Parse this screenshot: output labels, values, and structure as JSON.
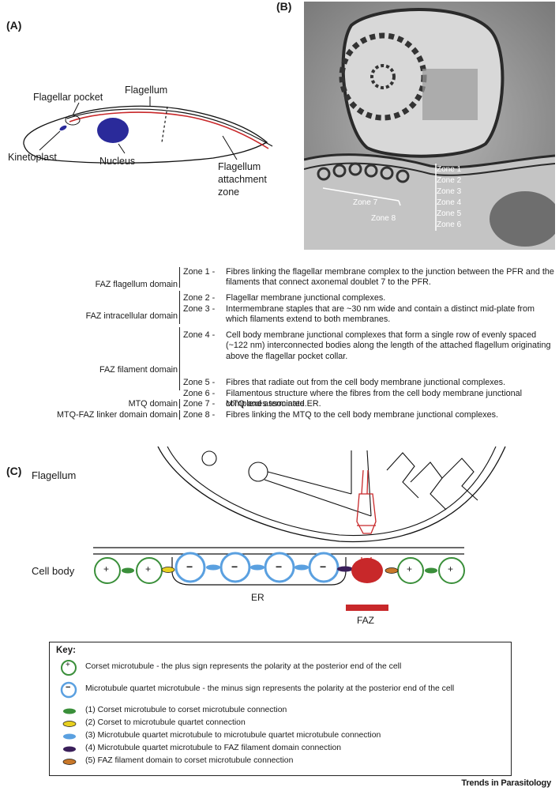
{
  "panels": {
    "a": "(A)",
    "b": "(B)",
    "c": "(C)"
  },
  "panel_a": {
    "flagellar_pocket": "Flagellar pocket",
    "flagellum": "Flagellum",
    "kinetoplast": "Kinetoplast",
    "nucleus": "Nucleus",
    "faz_line1": "Flagellum",
    "faz_line2": "attachment",
    "faz_line3": "zone",
    "colors": {
      "nucleus": "#2a2a9a",
      "faz": "#c8282a"
    }
  },
  "panel_b": {
    "zones": [
      "Zone 1",
      "Zone 2",
      "Zone 3",
      "Zone 4",
      "Zone 5",
      "Zone 6",
      "Zone 7",
      "Zone 8"
    ]
  },
  "table": [
    {
      "domain": "FAZ flagellum domain",
      "zone": "Zone 1 -",
      "desc": "Fibres linking the flagellar membrane complex to the junction between the PFR and the filaments that connect axonemal doublet 7 to the PFR."
    },
    {
      "domain": "",
      "zone": "Zone 2 -",
      "desc": "Flagellar membrane junctional complexes."
    },
    {
      "domain": "FAZ intracellular domain",
      "zone": "Zone 3 -",
      "desc": "Intermembrane staples that are ~30 nm wide and contain a distinct mid-plate from which filaments extend to both membranes."
    },
    {
      "domain": "FAZ filament domain",
      "zone": "Zone 4 -",
      "desc": "Cell body membrane junctional complexes that form a single row of evenly spaced (~122 nm) interconnected bodies along the length of the attached flagellum originating above the flagellar pocket collar."
    },
    {
      "domain": "",
      "zone": "Zone 5 -",
      "desc": "Fibres that radiate out from the cell body membrane junctional complexes."
    },
    {
      "domain": "",
      "zone": "Zone 6 -",
      "desc": "Filamentous structure where the fibres from the cell body membrane junctional complexes terminate."
    },
    {
      "domain": "MTQ domain",
      "zone": "Zone 7 -",
      "desc": "MTQ and associated ER."
    },
    {
      "domain": "MTQ-FAZ linker domain domain",
      "zone": "Zone 8 -",
      "desc": "Fibres linking the MTQ to the cell body membrane junctional complexes."
    }
  ],
  "panel_c": {
    "flagellum": "Flagellum",
    "cell_body": "Cell body",
    "er": "ER",
    "faz": "FAZ",
    "plus": "+",
    "minus": "−"
  },
  "key": {
    "title": "Key:",
    "items": [
      {
        "symbol": "+",
        "text": "Corset microtubule - the plus sign represents the polarity at the posterior end of the cell"
      },
      {
        "symbol": "−",
        "text": "Microtubule quartet microtubule - the minus sign represents the polarity at the posterior end of the cell"
      },
      {
        "text": "(1) Corset microtubule to corset microtubule connection",
        "color": "#3a8f3a"
      },
      {
        "text": "(2) Corset to microtubule quartet connection",
        "color": "#e8d020"
      },
      {
        "text": "(3) Microtubule quartet microtubule to microtubule quartet microtubule connection",
        "color": "#5aa0e0"
      },
      {
        "text": "(4) Microtubule quartet microtubule to FAZ filament domain connection",
        "color": "#3a1f5a"
      },
      {
        "text": "(5) FAZ filament domain to corset microtubule connection",
        "color": "#c8782a"
      }
    ]
  },
  "footer": "Trends in Parasitology"
}
